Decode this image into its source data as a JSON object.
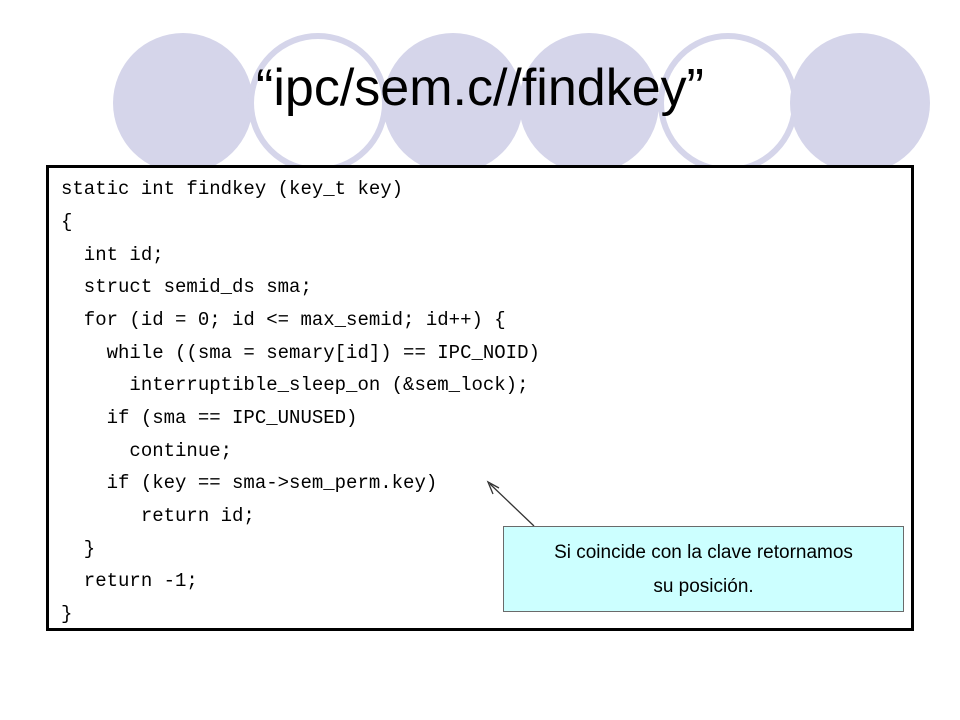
{
  "slide": {
    "title": "“ipc/sem.c//findkey”"
  },
  "code": {
    "lines": [
      "static int findkey (key_t key)",
      "{",
      "  int id;",
      "  struct semid_ds sma;",
      "  for (id = 0; id <= max_semid; id++) {",
      "    while ((sma = semary[id]) == IPC_NOID)",
      "      interruptible_sleep_on (&sem_lock);",
      "    if (sma == IPC_UNUSED)",
      "      continue;",
      "    if (key == sma->sem_perm.key)",
      "       return id;",
      "  }",
      "  return -1;",
      "}"
    ]
  },
  "callout": {
    "line1": "Si coincide con la clave retornamos",
    "line2": "su posición."
  },
  "colors": {
    "decoration": "#d5d5ea",
    "callout_fill": "#ccffff",
    "border": "#000000"
  }
}
